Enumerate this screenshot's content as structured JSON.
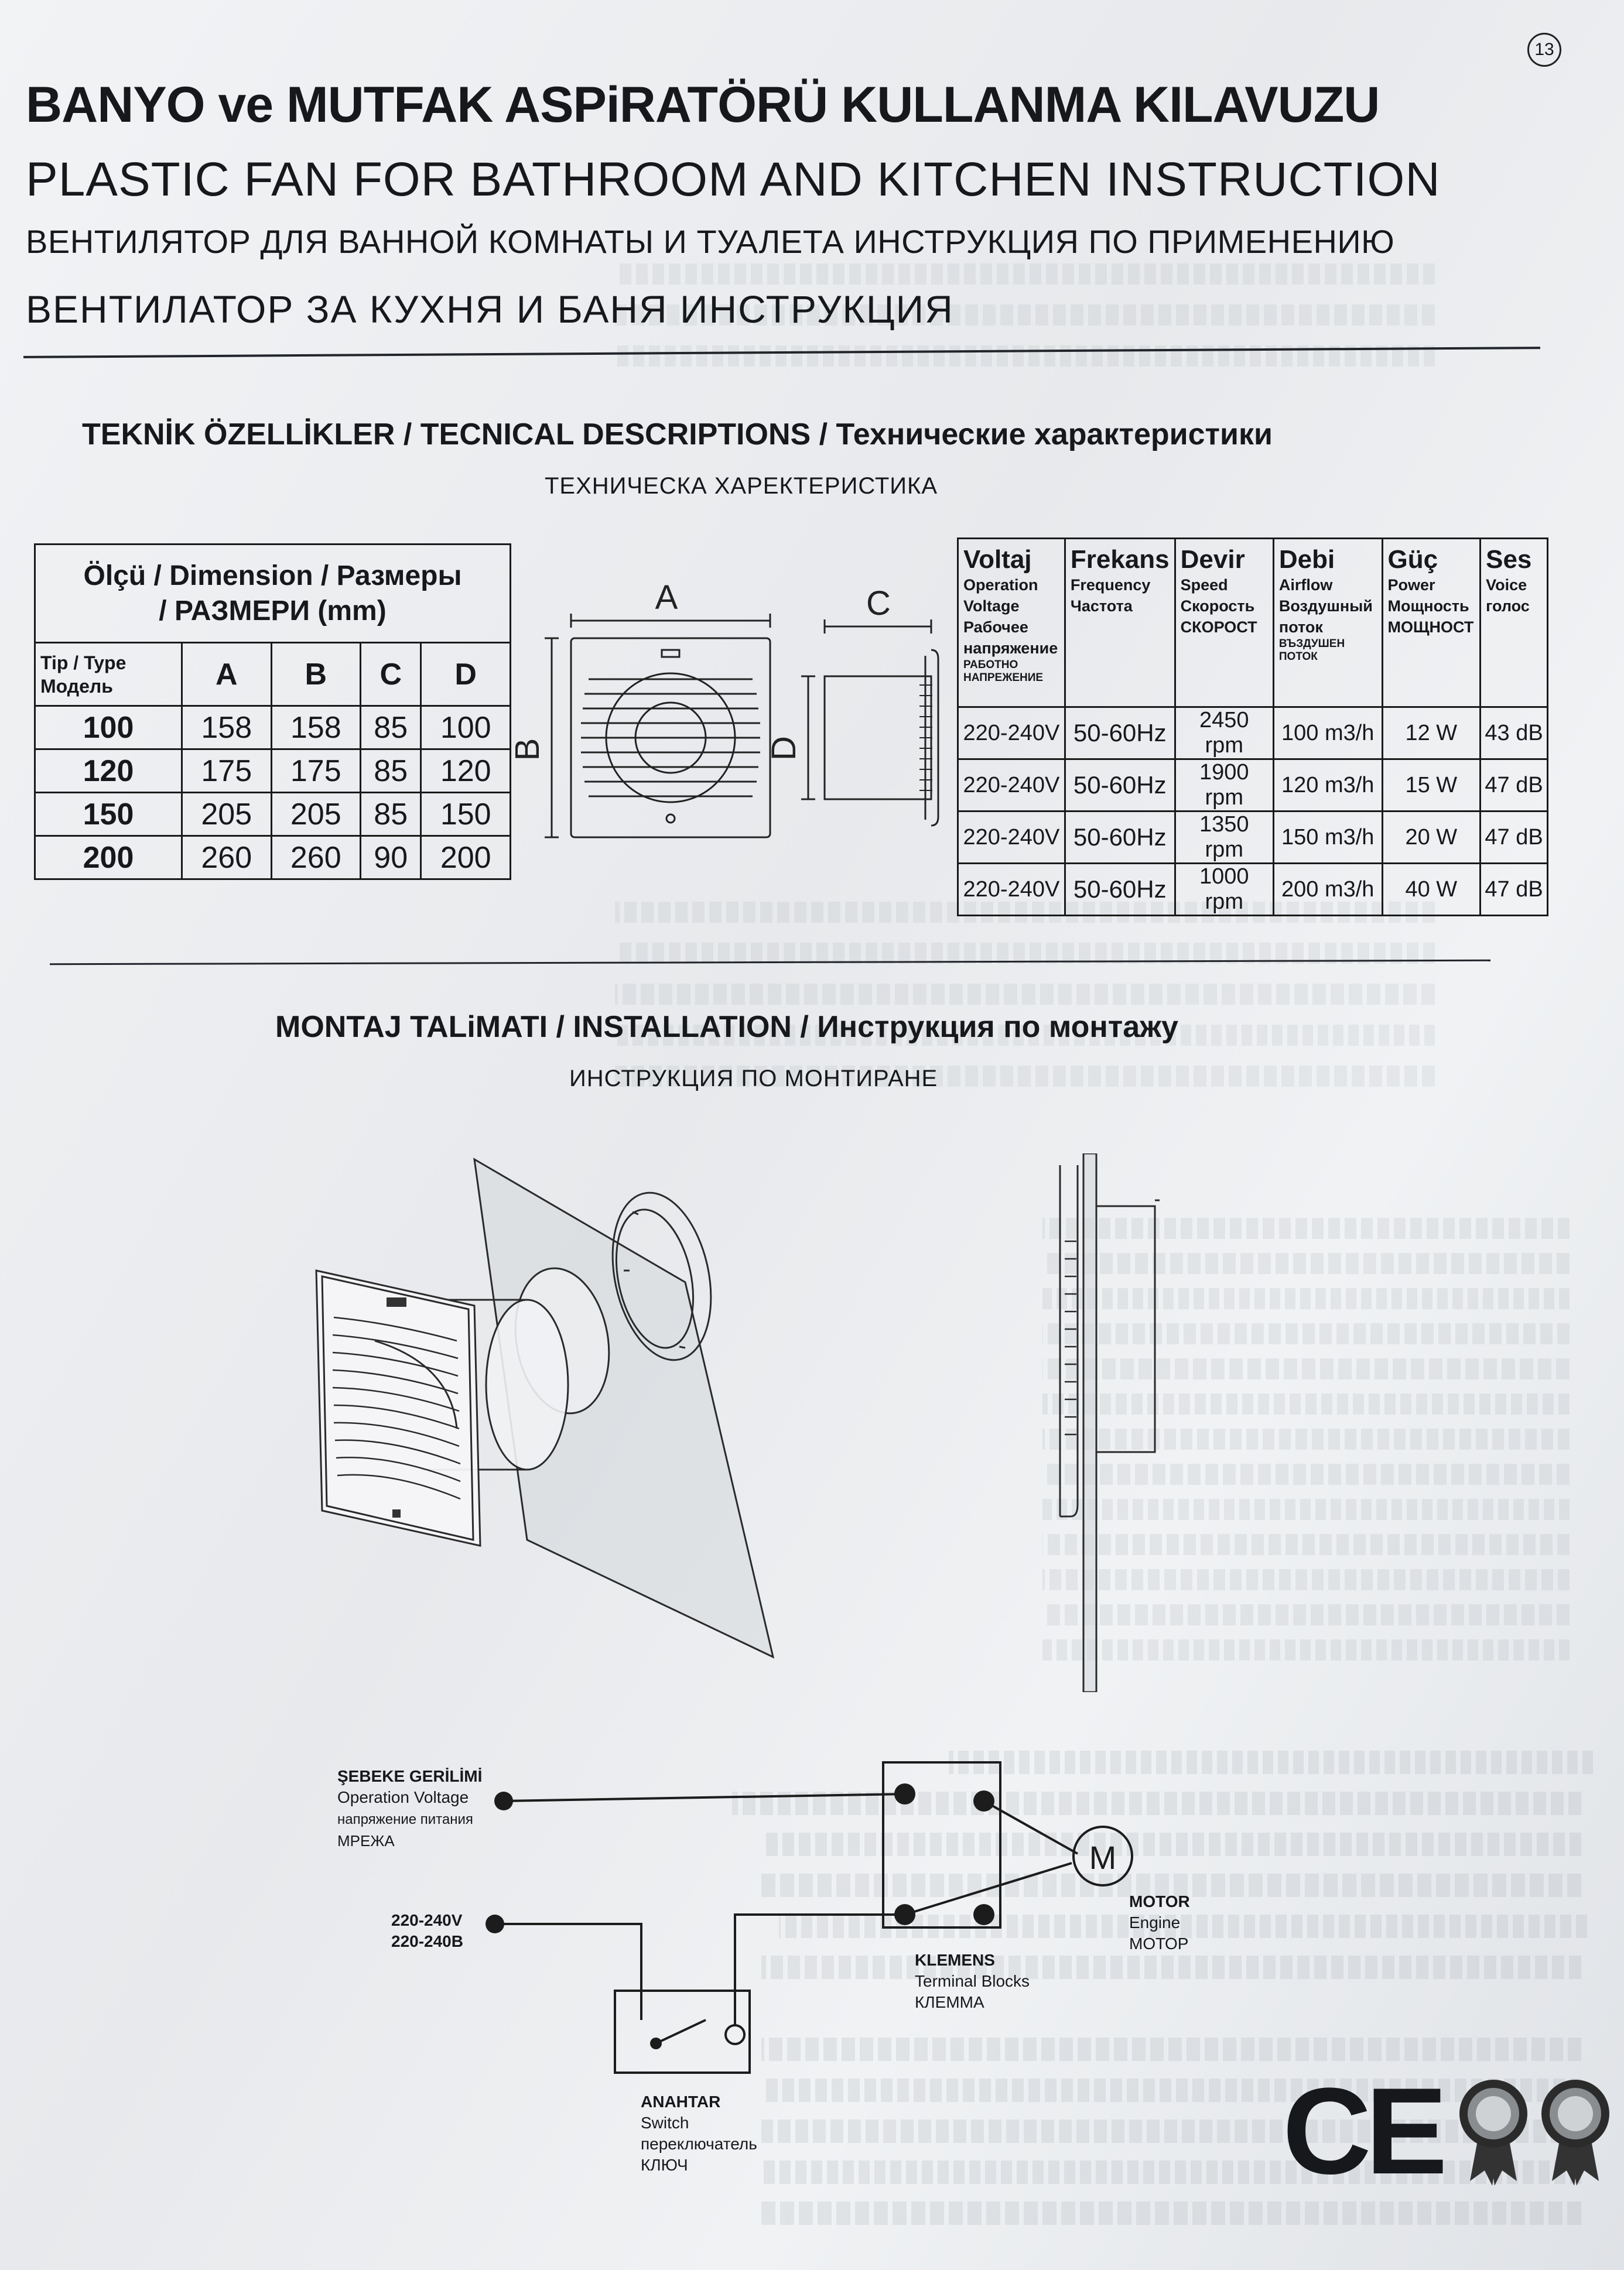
{
  "page_number": "13",
  "header": {
    "title_tr": "BANYO ve MUTFAK ASPiRATÖRÜ KULLANMA KILAVUZU",
    "title_en": "PLASTIC FAN FOR BATHROOM AND KITCHEN INSTRUCTION",
    "title_ru": "ВЕНТИЛЯТОР ДЛЯ ВАННОЙ КОМНАТЫ И ТУАЛЕТА ИНСТРУКЦИЯ ПО ПРИМЕНЕНИЮ",
    "title_bg": "ВЕНТИЛАТОР ЗА КУХНЯ И БАНЯ ИНСТРУКЦИЯ"
  },
  "tech": {
    "heading": "TEKNİK ÖZELLİKLER / TECNICAL DESCRIPTIONS / Технические характеристики",
    "subheading": "ТЕХНИЧЕСКА ХАРЕКТЕРИСТИКА"
  },
  "dimensions": {
    "caption_line1": "Ölçü / Dimension / Размеры",
    "caption_line2": "/ РАЗМЕРИ  (mm)",
    "type_label_line1": "Tip / Type",
    "type_label_line2": "Модель",
    "columns": [
      "A",
      "B",
      "C",
      "D"
    ],
    "rows": [
      {
        "type": "100",
        "values": [
          "158",
          "158",
          "85",
          "100"
        ]
      },
      {
        "type": "120",
        "values": [
          "175",
          "175",
          "85",
          "120"
        ]
      },
      {
        "type": "150",
        "values": [
          "205",
          "205",
          "85",
          "150"
        ]
      },
      {
        "type": "200",
        "values": [
          "260",
          "260",
          "90",
          "200"
        ]
      }
    ]
  },
  "drawing_labels": {
    "a": "A",
    "b": "B",
    "c": "C",
    "d": "D"
  },
  "specs": {
    "headers": [
      {
        "title": "Voltaj",
        "sub": [
          "Operation",
          "Voltage",
          "Рабочее",
          "напряжение"
        ],
        "tiny": "РАБОТНО НАПРЕЖЕНИЕ"
      },
      {
        "title": "Frekans",
        "sub": [
          "Frequency",
          "Частота"
        ],
        "tiny": ""
      },
      {
        "title": "Devir",
        "sub": [
          "Speed",
          "Скорость",
          "СКОРОСТ"
        ],
        "tiny": ""
      },
      {
        "title": "Debi",
        "sub": [
          "Airflow",
          "Воздушный",
          "поток"
        ],
        "tiny": "ВЪЗДУШЕН ПОТОК"
      },
      {
        "title": "Güç",
        "sub": [
          "Power",
          "Мощность",
          "МОЩНОСТ"
        ],
        "tiny": ""
      },
      {
        "title": "Ses",
        "sub": [
          "Voice",
          "голос"
        ],
        "tiny": ""
      }
    ],
    "rows": [
      [
        "220-240V",
        "50-60Hz",
        "2450 rpm",
        "100 m3/h",
        "12 W",
        "43 dB"
      ],
      [
        "220-240V",
        "50-60Hz",
        "1900 rpm",
        "120 m3/h",
        "15 W",
        "47 dB"
      ],
      [
        "220-240V",
        "50-60Hz",
        "1350 rpm",
        "150 m3/h",
        "20 W",
        "47 dB"
      ],
      [
        "220-240V",
        "50-60Hz",
        "1000 rpm",
        "200 m3/h",
        "40 W",
        "47 dB"
      ]
    ]
  },
  "installation": {
    "heading": "MONTAJ TALiMATI / INSTALLATION / Инструкция по монтажу",
    "subheading": "ИНСТРУКЦИЯ  ПО МОНТИРАНЕ"
  },
  "wiring": {
    "supply": [
      "ŞEBEKE GERİLİMİ",
      "Operation Voltage",
      "напряжение питания",
      "МРЕЖА"
    ],
    "voltage": [
      "220-240V",
      "220-240В"
    ],
    "motor_symbol": "M",
    "motor": [
      "MOTOR",
      "Engine",
      "МОТОР"
    ],
    "terminal": [
      "KLEMENS",
      "Terminal Blocks",
      "КЛЕММА"
    ],
    "switch": [
      "ANAHTAR",
      "Switch",
      "переключатель",
      "КЛЮЧ"
    ]
  },
  "marks": {
    "ce": "CE"
  },
  "colors": {
    "ink": "#16181c",
    "paper": "#eceef0"
  }
}
